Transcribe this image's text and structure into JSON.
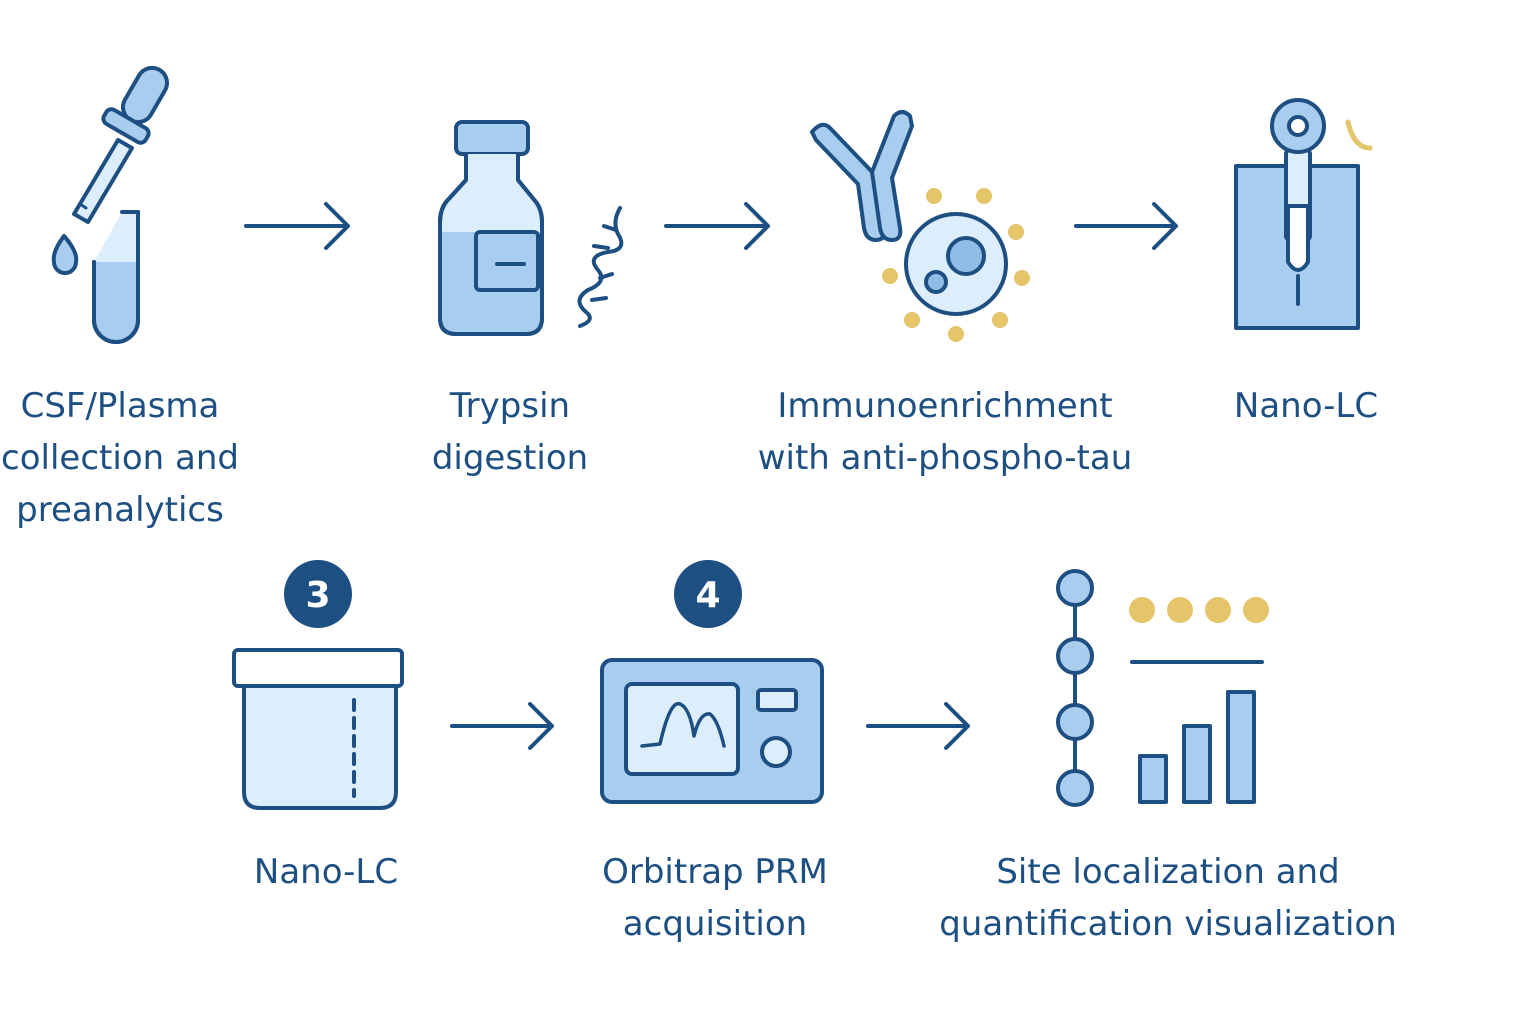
{
  "colors": {
    "stroke": "#1d4f82",
    "fill_light": "#dceefb",
    "fill_mid": "#a9cdef",
    "fill_accent": "#8fbde6",
    "gold": "#e5c56a",
    "badge": "#1d4f82"
  },
  "stages": [
    {
      "icon": "dropper-tube-icon",
      "label_lines": [
        "CSF/Plasma",
        "collection and",
        "preanalytics"
      ]
    },
    {
      "icon": "reagent-bottle-icon",
      "label_lines": [
        "Trypsin",
        "digestion"
      ]
    },
    {
      "icon": "antibody-cell-icon",
      "label_lines": [
        "Immunoenrichment",
        "with anti-phospho-tau"
      ]
    },
    {
      "icon": "nano-lc-column-icon",
      "label_lines": [
        "Nano-LC"
      ]
    },
    {
      "icon": "sample-container-icon",
      "badge": "3",
      "label_lines": [
        "Nano-LC"
      ]
    },
    {
      "icon": "mass-spectrometer-icon",
      "badge": "4",
      "label_lines": [
        "Orbitrap PRM",
        "acquisition"
      ]
    },
    {
      "icon": "site-quant-chart-icon",
      "label_lines": [
        "Site localization and",
        "quantification visualization"
      ]
    }
  ]
}
